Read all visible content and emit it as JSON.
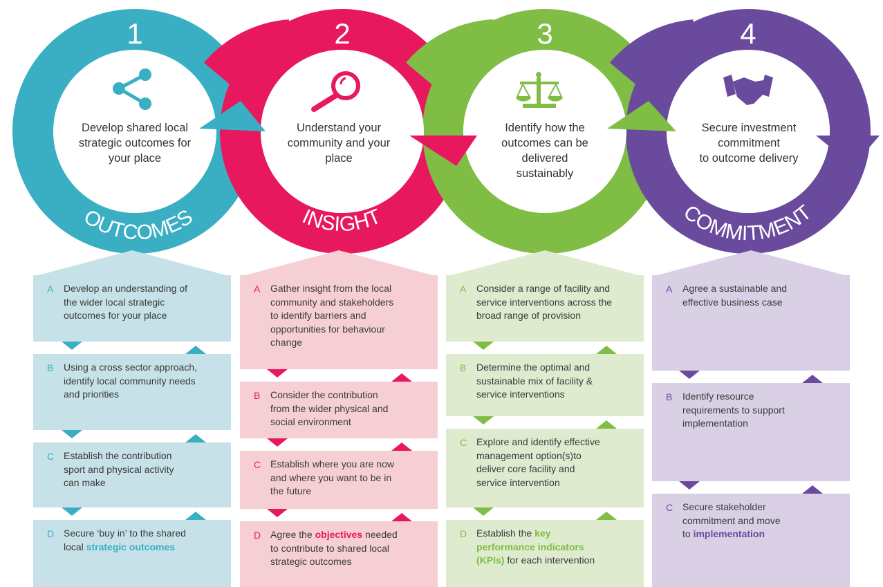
{
  "colors": {
    "outcomes": "#3aaec2",
    "insight": "#e8185f",
    "interventions": "#80bd45",
    "commitment": "#6a4a9c"
  },
  "icons": [
    "share-icon",
    "magnifier-icon",
    "scales-icon",
    "handshake-icon"
  ],
  "stages": [
    {
      "number": "1",
      "title": "OUTCOMES",
      "desc_lines": [
        "Develop shared local",
        "strategic outcomes for",
        "your place"
      ],
      "steps": [
        {
          "letter": "A",
          "lines": [
            "Develop an understanding of",
            "the wider local strategic",
            "outcomes for your place"
          ]
        },
        {
          "letter": "B",
          "lines": [
            "Using a cross sector approach,",
            "identify local community needs",
            "and priorities"
          ]
        },
        {
          "letter": "C",
          "lines": [
            "Establish the contribution",
            "sport and physical activity",
            "can make"
          ]
        },
        {
          "letter": "D",
          "line1": "Secure ‘buy in’ to the shared",
          "line2_pre": "local ",
          "line2_bold": "strategic outcomes"
        }
      ]
    },
    {
      "number": "2",
      "title": "INSIGHT",
      "desc_lines": [
        "Understand your",
        "community  and your",
        "place"
      ],
      "steps": [
        {
          "letter": "A",
          "lines": [
            "Gather insight from the local",
            "community and stakeholders",
            "to identify barriers and",
            "opportunities for behaviour",
            "change"
          ]
        },
        {
          "letter": "B",
          "lines": [
            "Consider the contribution",
            "from the wider physical and",
            "social environment"
          ]
        },
        {
          "letter": "C",
          "lines": [
            "Establish where you are now",
            "and where you want to be in",
            "the future"
          ]
        },
        {
          "letter": "D",
          "line1_pre": "Agree the ",
          "line1_bold": "objectives",
          "line1_post": " needed",
          "line2": "to contribute to shared local",
          "line3": "strategic outcomes"
        }
      ]
    },
    {
      "number": "3",
      "title": "INTERVENTIONS",
      "desc_lines": [
        "Identify  how the",
        "outcomes can be",
        "delivered",
        "sustainably"
      ],
      "steps": [
        {
          "letter": "A",
          "lines": [
            "Consider a range of facility and",
            "service interventions across the",
            "broad range of provision"
          ]
        },
        {
          "letter": "B",
          "lines": [
            "Determine the optimal and",
            "sustainable mix of facility &",
            "service interventions"
          ]
        },
        {
          "letter": "C",
          "lines": [
            "Explore and identify effective",
            "management option(s)to",
            "deliver core facility and",
            "service intervention"
          ]
        },
        {
          "letter": "D",
          "line1_pre": "Establish the ",
          "line1_bold": "key",
          "line2_bold": "performance indicators",
          "line3_bold": "(KPIs)",
          "line3_post": " for each intervention"
        }
      ]
    },
    {
      "number": "4",
      "title": "COMMITMENT",
      "desc_lines": [
        "Secure investment",
        "commitment",
        "to outcome delivery"
      ],
      "steps": [
        {
          "letter": "A",
          "lines": [
            "Agree a sustainable and",
            "effective business case"
          ]
        },
        {
          "letter": "B",
          "lines": [
            "Identify resource",
            "requirements  to support",
            "implementation"
          ]
        },
        {
          "letter": "C",
          "line1": "Secure stakeholder",
          "line2": "commitment  and move",
          "line3_pre": "to ",
          "line3_bold": "implementation"
        }
      ]
    }
  ]
}
